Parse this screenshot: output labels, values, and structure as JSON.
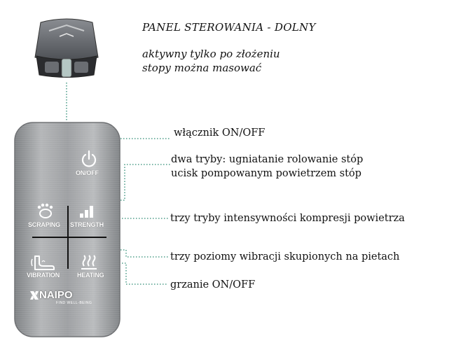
{
  "header": {
    "title": "PANEL STEROWANIA  - DOLNY",
    "subtitle_line1": "aktywny tylko po złożeniu",
    "subtitle_line2": "stopy można masować"
  },
  "panel": {
    "buttons": {
      "onoff": "ON/OFF",
      "scraping": "SCRAPING",
      "strength": "STRENGTH",
      "vibration": "VIBRATION",
      "heating": "HEATING"
    },
    "brand": "NAIPO",
    "brand_tagline": "FIND WELL-BEING"
  },
  "callouts": {
    "onoff": "włącznik ON/OFF",
    "modes_line1": "dwa tryby: ugniatanie rolowanie stóp",
    "modes_line2": "ucisk pompowanym powietrzem stóp",
    "intensity": "trzy tryby intensywności kompresji powietrza",
    "vibration": "trzy poziomy wibracji skupionych na pietach",
    "heating": "grzanie ON/OFF"
  },
  "colors": {
    "connector": "#2a8a72",
    "panel_silver": "#a9abad",
    "device_body": "#5b5e63"
  }
}
